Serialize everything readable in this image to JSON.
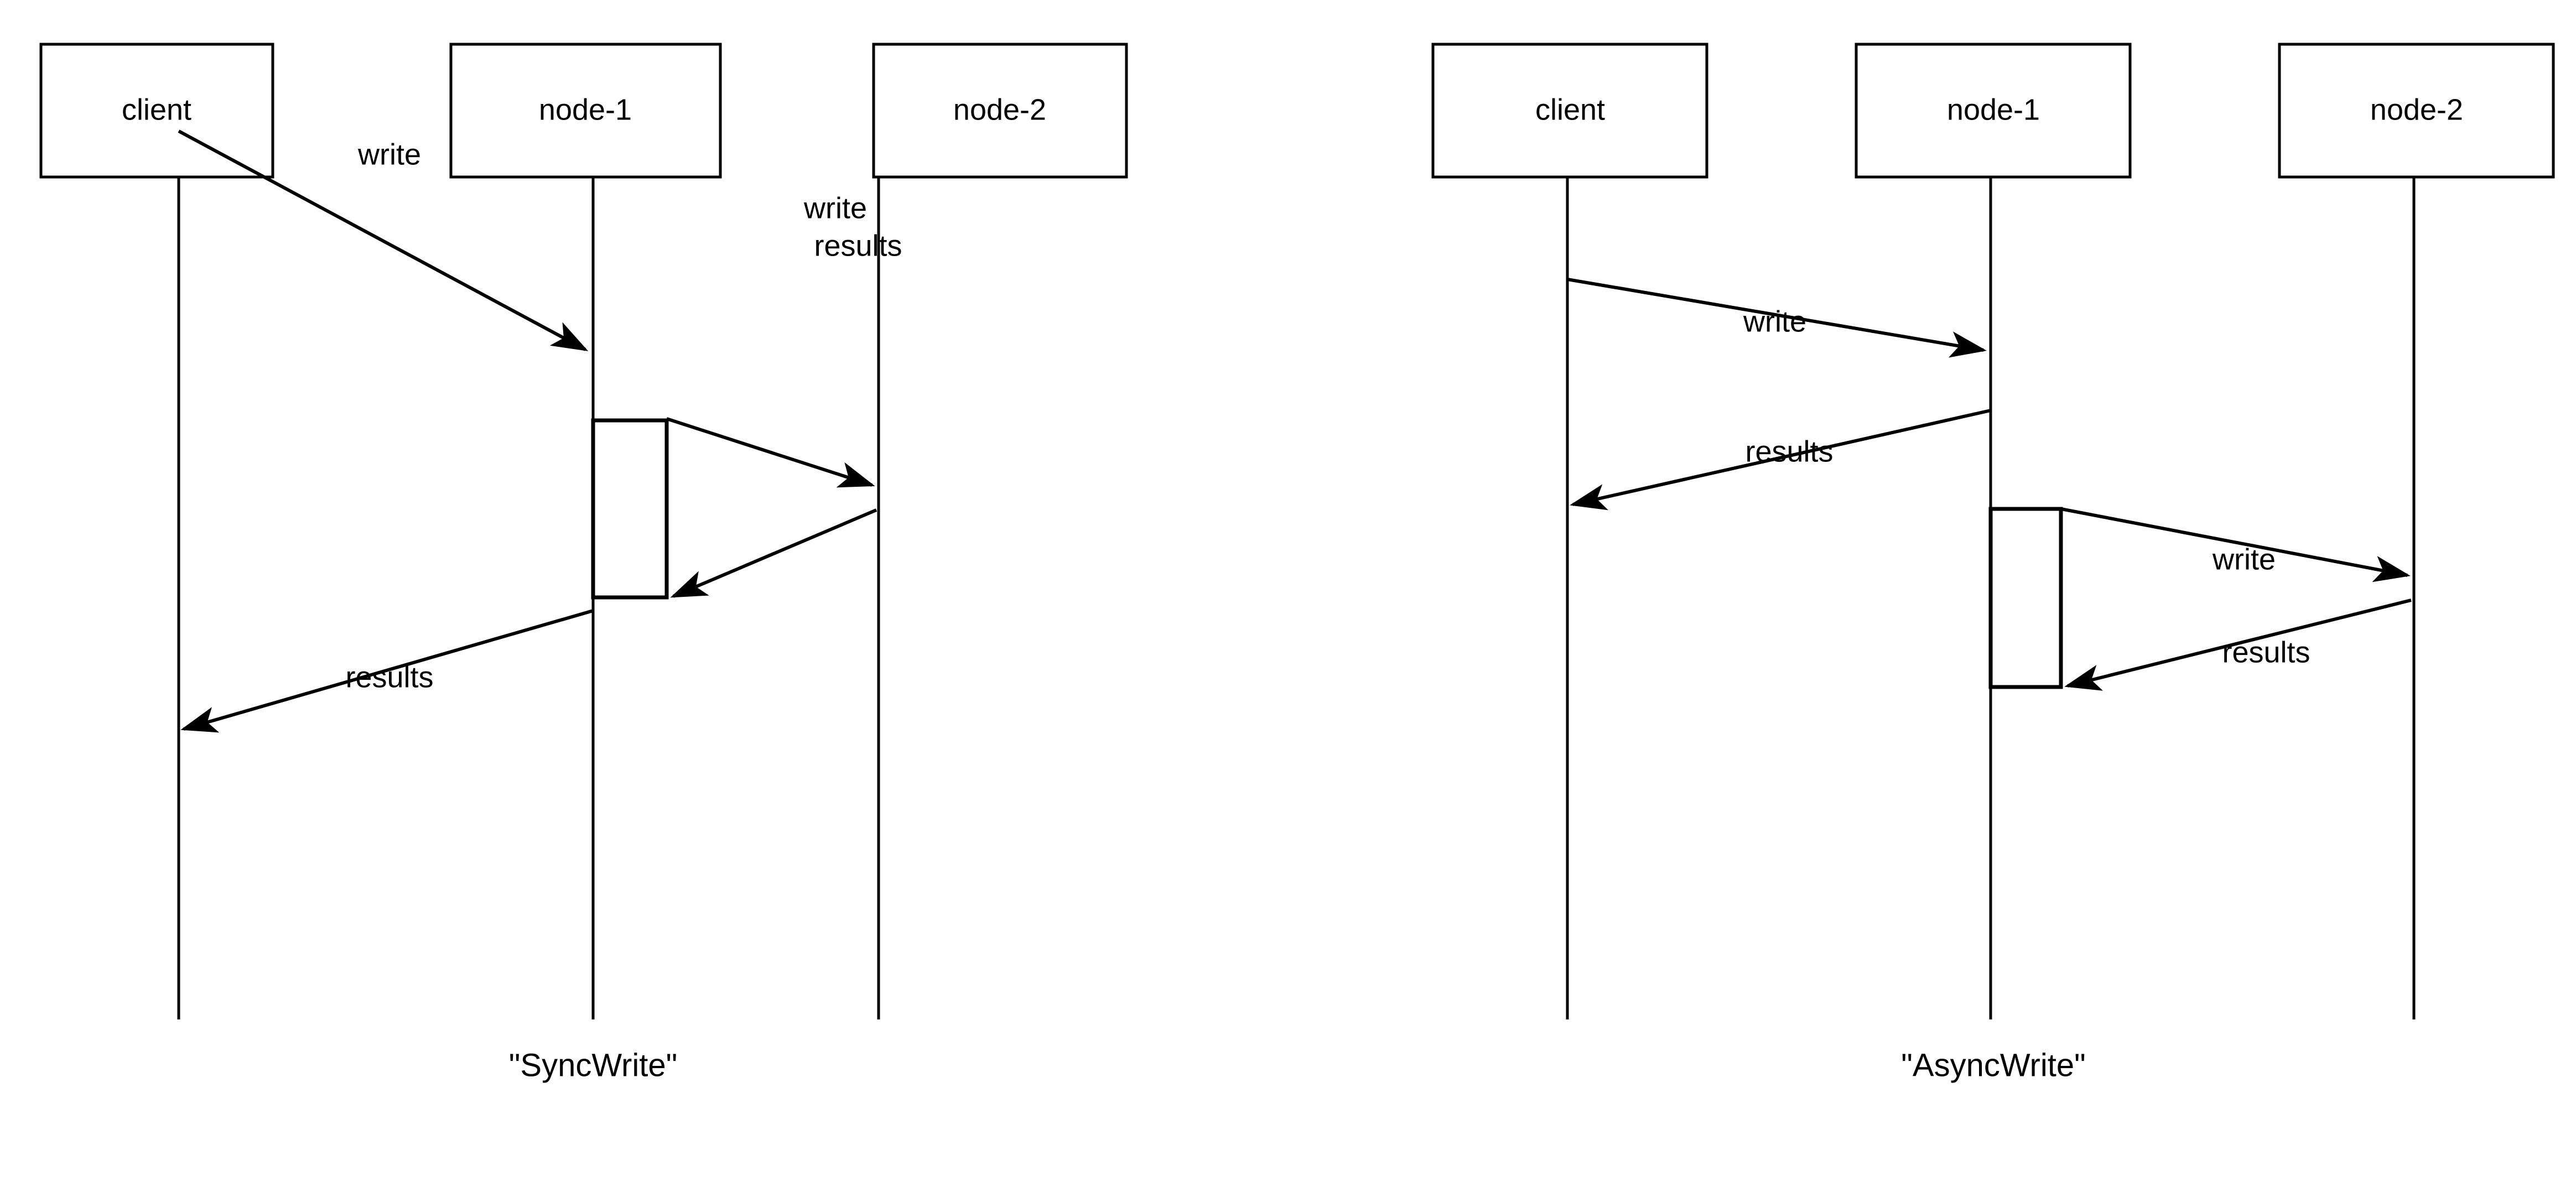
{
  "figure": {
    "background_color": "#ffffff",
    "stroke_color": "#000000",
    "type": "uml-sequence-diagram-pair"
  },
  "diagrams": [
    {
      "id": "sync-write",
      "caption": "\"SyncWrite\"",
      "participants": [
        {
          "id": "client",
          "label": "client"
        },
        {
          "id": "node-1",
          "label": "node-1"
        },
        {
          "id": "node-2",
          "label": "node-2"
        }
      ],
      "messages": [
        {
          "index": 1,
          "label": "write",
          "from": "client",
          "to": "node-1",
          "direction": "right"
        },
        {
          "index": 2,
          "label": "write",
          "from": "node-1",
          "to": "node-2",
          "direction": "right"
        },
        {
          "index": 3,
          "label": "results",
          "from": "node-2",
          "to": "node-1",
          "direction": "left"
        },
        {
          "index": 4,
          "label": "results",
          "from": "node-1",
          "to": "client",
          "direction": "left"
        }
      ],
      "activations": [
        {
          "on": "node-1",
          "note": "spans the node-2 round trip; client reply is sent after it completes"
        }
      ]
    },
    {
      "id": "async-write",
      "caption": "\"AsyncWrite\"",
      "participants": [
        {
          "id": "client",
          "label": "client"
        },
        {
          "id": "node-1",
          "label": "node-1"
        },
        {
          "id": "node-2",
          "label": "node-2"
        }
      ],
      "messages": [
        {
          "index": 1,
          "label": "write",
          "from": "client",
          "to": "node-1",
          "direction": "right"
        },
        {
          "index": 2,
          "label": "results",
          "from": "node-1",
          "to": "client",
          "direction": "left"
        },
        {
          "index": 3,
          "label": "write",
          "from": "node-1",
          "to": "node-2",
          "direction": "right"
        },
        {
          "index": 4,
          "label": "results",
          "from": "node-2",
          "to": "node-1",
          "direction": "left"
        }
      ],
      "activations": [
        {
          "on": "node-1",
          "note": "starts after the client reply; spans the node-2 round trip"
        }
      ]
    }
  ],
  "labels": {
    "client": "client",
    "node1": "node-1",
    "node2": "node-2",
    "write": "write",
    "results": "results",
    "sync_caption": "\"SyncWrite\"",
    "async_caption": "\"AsyncWrite\""
  }
}
